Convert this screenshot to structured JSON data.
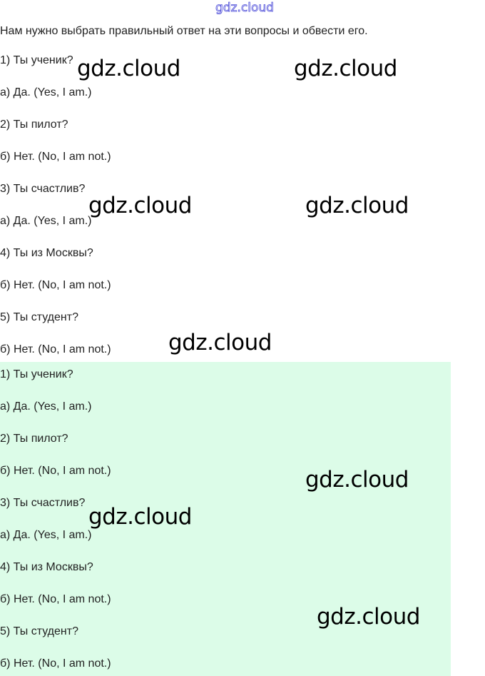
{
  "header_watermark": "gdz.cloud",
  "intro": "Нам нужно выбрать правильный ответ на эти вопросы и обвести его.",
  "section1": [
    "1) Ты ученик?",
    "а) Да. (Yes, I am.)",
    "2) Ты пилот?",
    "б) Нет. (No, I am not.)",
    "3) Ты счастлив?",
    "а) Да. (Yes, I am.)",
    "4) Ты из Москвы?",
    "б) Нет. (No, I am not.)",
    "5) Ты студент?",
    "б) Нет. (No, I am not.)"
  ],
  "section2": [
    "1) Ты ученик?",
    "а) Да. (Yes, I am.)",
    "2) Ты пилот?",
    "б) Нет. (No, I am not.)",
    "3) Ты счастлив?",
    "а) Да. (Yes, I am.)",
    "4) Ты из Москвы?",
    "б) Нет. (No, I am not.)",
    "5) Ты студент?",
    "б) Нет. (No, I am not.)"
  ],
  "watermark": "gdz.cloud",
  "colors": {
    "answer_bg": "#dcfce8",
    "text": "#222222"
  }
}
